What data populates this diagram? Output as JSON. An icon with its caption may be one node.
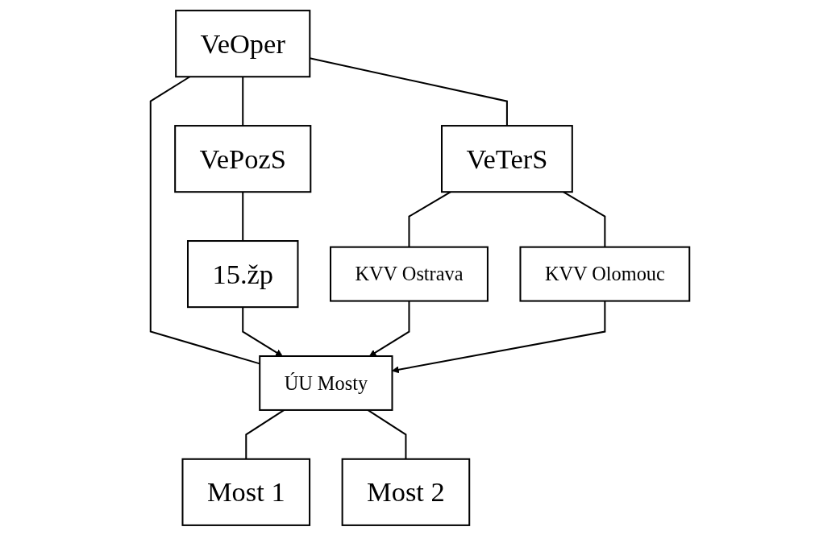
{
  "diagram": {
    "nodes": [
      {
        "text": [
          "VeOper"
        ]
      },
      {
        "text": [
          "VePozS"
        ]
      },
      {
        "text": [
          "VeTerS"
        ]
      },
      {
        "text": [
          "15.žp"
        ]
      },
      {
        "text": [
          "KVV Ostrava"
        ]
      },
      {
        "text": [
          "KVV Olomouc"
        ]
      },
      {
        "text": [
          "ÚU Mosty"
        ]
      },
      {
        "text": [
          "Most 1"
        ]
      },
      {
        "text": [
          "Most 2"
        ]
      }
    ],
    "edges": [
      {
        "from": 0,
        "to": 1,
        "arrow": "none"
      },
      {
        "from": 0,
        "to": 2,
        "arrow": "none"
      },
      {
        "from": 0,
        "to": 6,
        "arrow": "none"
      },
      {
        "from": 1,
        "to": 3,
        "arrow": "none"
      },
      {
        "from": 2,
        "to": 4,
        "arrow": "none"
      },
      {
        "from": 2,
        "to": 5,
        "arrow": "none"
      },
      {
        "from": 3,
        "to": 6,
        "arrow": "to"
      },
      {
        "from": 4,
        "to": 6,
        "arrow": "to"
      },
      {
        "from": 5,
        "to": 6,
        "arrow": "to"
      },
      {
        "from": 6,
        "to": 7,
        "arrow": "none"
      },
      {
        "from": 6,
        "to": 8,
        "arrow": "none"
      }
    ]
  }
}
